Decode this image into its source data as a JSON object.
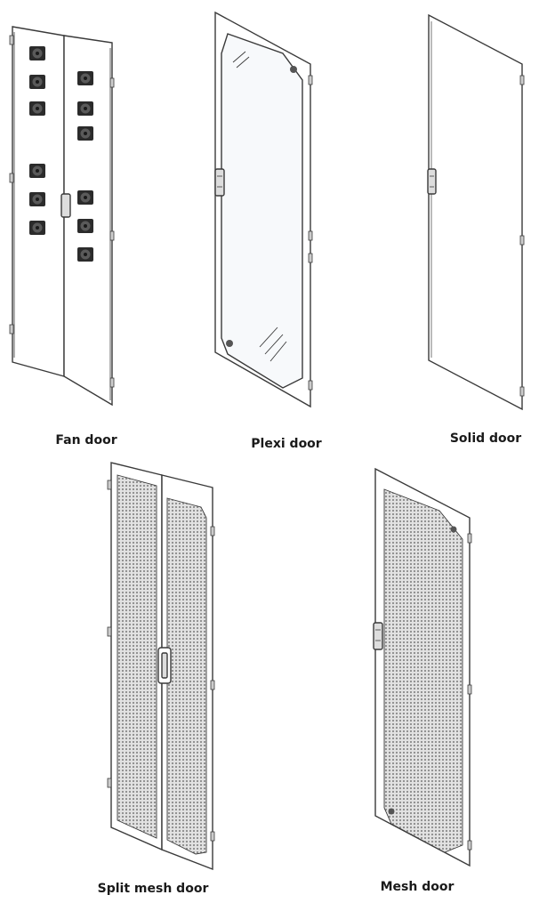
{
  "labels": {
    "fan": "Fan door",
    "plexi": "Plexi door",
    "solid": "Solid door",
    "split_mesh": "Split mesh door",
    "mesh": "Mesh door"
  },
  "colors": {
    "line": "#3a3a3a",
    "fill": "#ffffff",
    "fan": "#2b2b2b",
    "mesh": "#9a9a9a"
  }
}
